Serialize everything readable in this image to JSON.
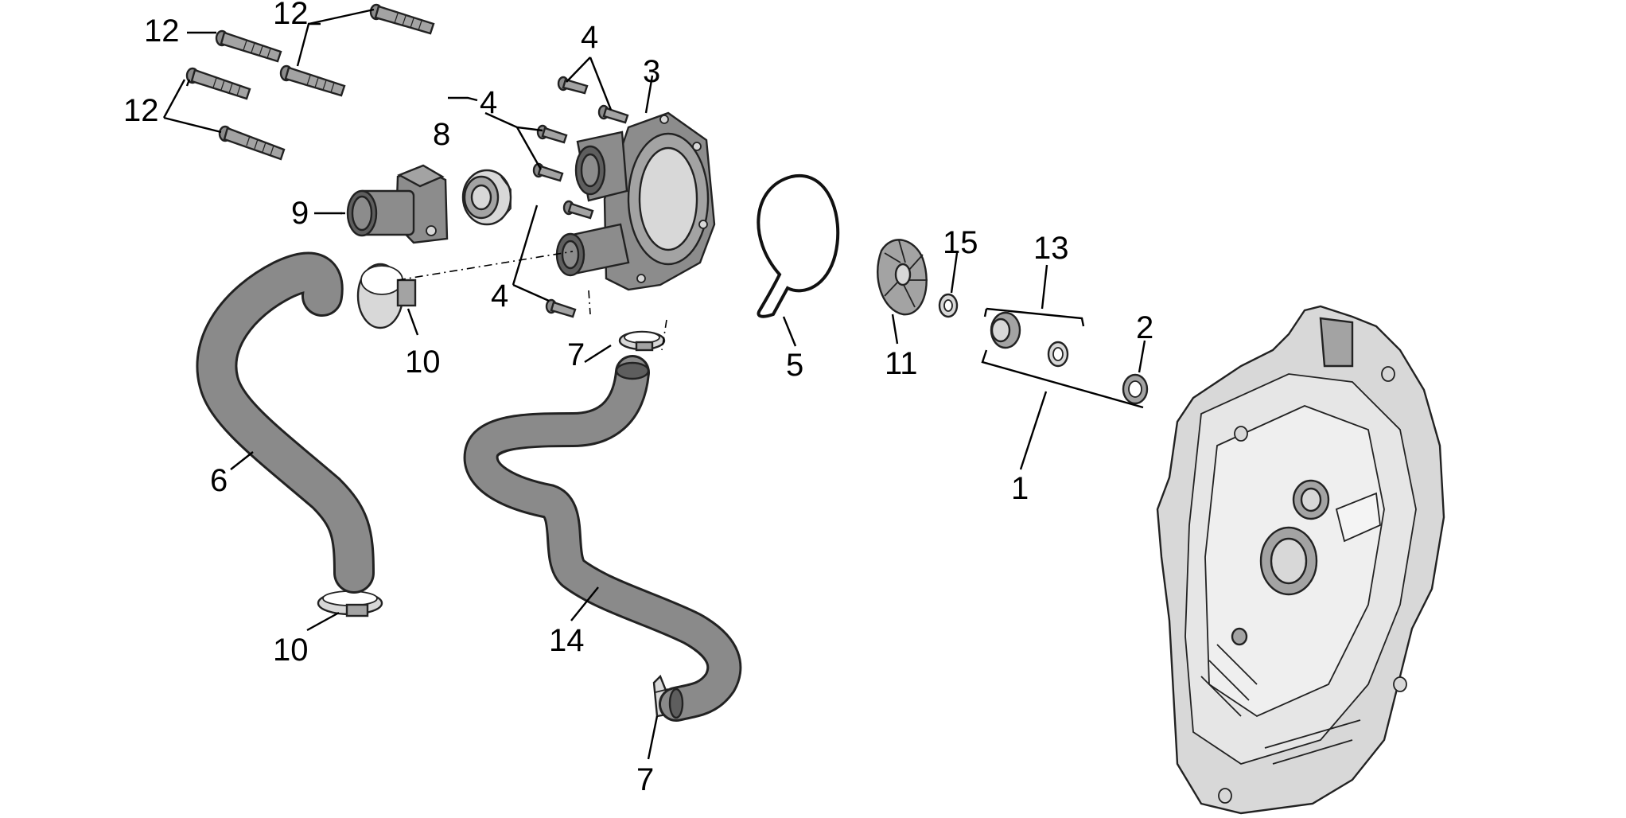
{
  "diagram": {
    "part_labels": {
      "label_1": "1",
      "label_2": "2",
      "label_3": "3",
      "label_4a": "4",
      "label_4b": "4",
      "label_4c": "4",
      "label_5": "5",
      "label_6": "6",
      "label_7a": "7",
      "label_7b": "7",
      "label_8": "8",
      "label_9": "9",
      "label_10a": "10",
      "label_10b": "10",
      "label_11": "11",
      "label_12a": "12",
      "label_12b": "12",
      "label_12c": "12",
      "label_13": "13",
      "label_14": "14",
      "label_15": "15"
    },
    "colors": {
      "background": "#ffffff",
      "outline": "#222222",
      "part_fill": "#8c8c8c",
      "cover_fill": "#d8d8d8"
    }
  }
}
